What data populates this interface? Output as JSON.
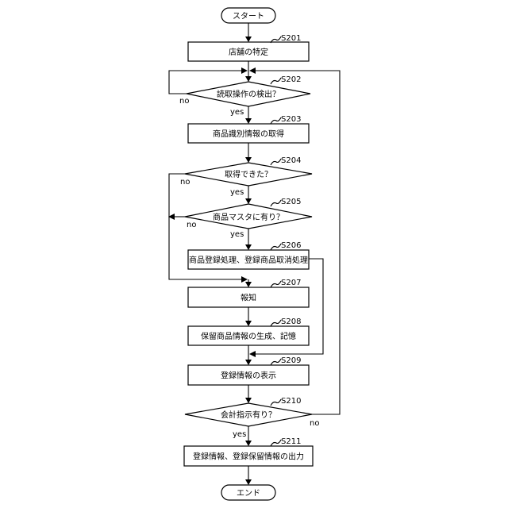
{
  "start": {
    "label": "スタート"
  },
  "end": {
    "label": "エンド"
  },
  "steps": {
    "s201": {
      "id": "S201",
      "label": "店舗の特定"
    },
    "s202": {
      "id": "S202",
      "label": "読取操作の検出？"
    },
    "s203": {
      "id": "S203",
      "label": "商品識別情報の取得"
    },
    "s204": {
      "id": "S204",
      "label": "取得できた？"
    },
    "s205": {
      "id": "S205",
      "label": "商品マスタに有り？"
    },
    "s206": {
      "id": "S206",
      "label": "商品登録処理、登録商品取消処理"
    },
    "s207": {
      "id": "S207",
      "label": "報知"
    },
    "s208": {
      "id": "S208",
      "label": "保留商品情報の生成、記憶"
    },
    "s209": {
      "id": "S209",
      "label": "登録情報の表示"
    },
    "s210": {
      "id": "S210",
      "label": "会計指示有り？"
    },
    "s211": {
      "id": "S211",
      "label": "登録情報、登録保留情報の出力"
    }
  },
  "branches": {
    "yes": "yes",
    "no": "no"
  }
}
